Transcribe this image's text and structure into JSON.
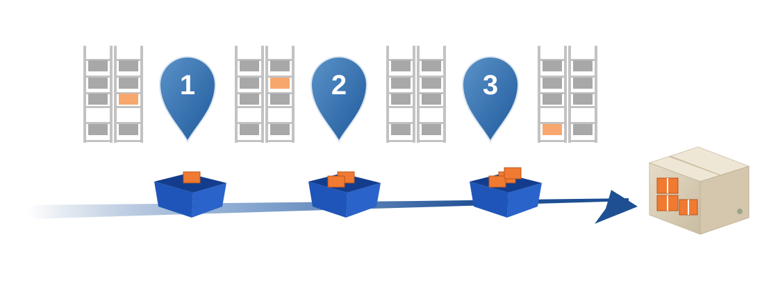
{
  "steps": [
    {
      "number": "1"
    },
    {
      "number": "2"
    },
    {
      "number": "3"
    }
  ],
  "colors": {
    "rack": "#c2c2c2",
    "slot": "#a8a8a8",
    "highlight_slot": "#f7a76e",
    "marker": "#2f6aa8",
    "marker_light": "#5b92c8",
    "arrow": "#1e4f93",
    "bin": "#1f55b8",
    "bin_dark": "#133d8c",
    "box_orange": "#f07a32",
    "cardboard": "#d9cdb6"
  },
  "icons": {
    "rack": "warehouse-rack-icon",
    "marker": "map-pin-icon",
    "bin": "plastic-bin-icon",
    "package": "package-icon",
    "shipping_box": "cardboard-box-icon"
  },
  "racks": [
    {
      "highlight_rows": [
        2
      ]
    },
    {
      "highlight_rows": [
        1
      ]
    },
    {
      "highlight_rows": []
    },
    {
      "highlight_rows": [
        4
      ]
    }
  ],
  "bins": [
    {
      "packages": 1
    },
    {
      "packages": 2
    },
    {
      "packages": 3
    }
  ]
}
